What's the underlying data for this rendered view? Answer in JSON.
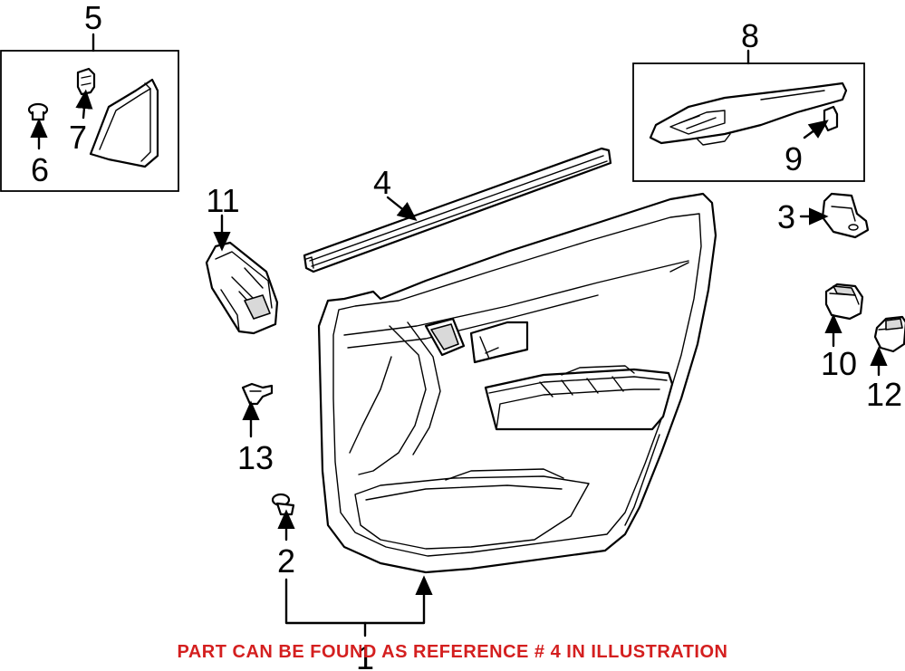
{
  "callouts": [
    "1",
    "2",
    "3",
    "4",
    "5",
    "6",
    "7",
    "8",
    "9",
    "10",
    "11",
    "12",
    "13"
  ],
  "notice": {
    "text": "PART CAN BE FOUND AS REFERENCE # 4 IN ILLUSTRATION",
    "color": "#d41f1f"
  },
  "line_color": "#000000",
  "background": "#ffffff"
}
